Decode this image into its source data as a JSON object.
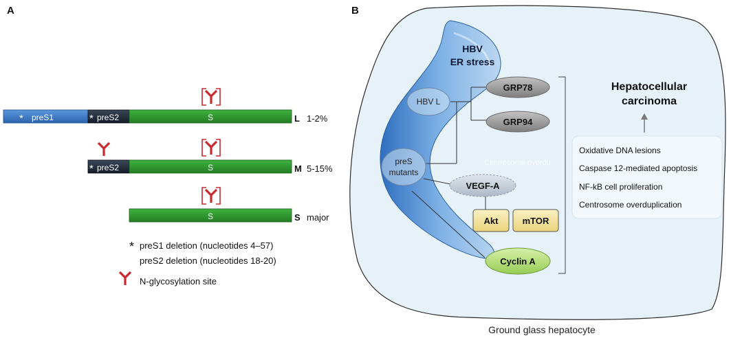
{
  "panel_a": {
    "label": "A",
    "bars": {
      "preS1": "preS1",
      "preS2_L": "preS2",
      "S_L": "S",
      "preS2_M": "preS2",
      "S_M": "S",
      "S_S": "S"
    },
    "proteins": [
      {
        "letter": "L",
        "percent": "1-2%"
      },
      {
        "letter": "M",
        "percent": "5-15%"
      },
      {
        "letter": "S",
        "percent": "major"
      }
    ],
    "legend": {
      "asterisk": "*",
      "deletion1": "preS1 deletion (nucleotides 4–57)",
      "deletion2": "preS2 deletion (nucleotides 18-20)",
      "glyco": "N-glycosylation site"
    },
    "colors": {
      "preS1": "#3a78c5",
      "preS2": "#1e2a3a",
      "S": "#2e9a2e",
      "glyco": "#c8282e"
    }
  },
  "panel_b": {
    "label": "B",
    "er_label": [
      "HBV",
      "ER stress"
    ],
    "hbv_l": "HBV L",
    "pres_mutants": [
      "preS",
      "mutants"
    ],
    "grp78": "GRP78",
    "grp94": "GRP94",
    "vegfa": "VEGF-A",
    "akt": "Akt",
    "mtor": "mTOR",
    "cyclin_a": "Cyclin A",
    "hcc": [
      "Hepatocellular",
      "carcinoma"
    ],
    "effects": [
      "Oxidative DNA lesions",
      "Caspase 12-mediated apoptosis",
      "NF-kB cell proliferation",
      "Centrosome overduplication"
    ],
    "ghost_text": "Centrosome overdu",
    "caption": "Ground glass hepatocyte",
    "colors": {
      "cell": "#e7f1f8",
      "er": "#6aa3dc",
      "grp": "#9a9a9a",
      "vegf": "#c8d1dc",
      "akt": "#f6e7a0",
      "cyclin": "#b7e07a"
    }
  }
}
